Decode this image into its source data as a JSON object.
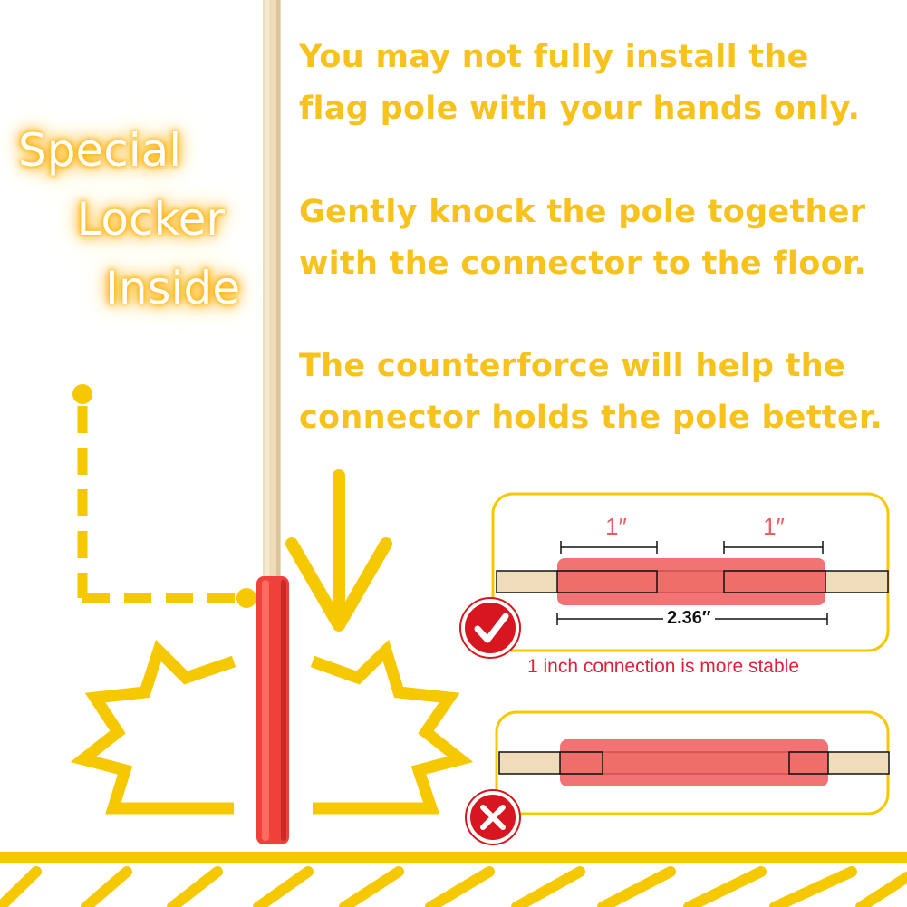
{
  "instructions": {
    "p1": "You may not fully install the\nflag pole with your hands only.",
    "p2": "Gently knock the pole together\nwith the connector to the floor.",
    "p3": "The counterforce will help the\nconnector holds the pole better."
  },
  "locker_label": [
    "Special",
    "Locker",
    "Inside"
  ],
  "correct_diagram": {
    "left_insert": "1″",
    "right_insert": "1″",
    "total_length": "2.36″",
    "caption": "1 inch connection is more stable"
  },
  "icons": {
    "check": "check-icon",
    "cross": "cross-icon"
  },
  "colors": {
    "text_yellow": "#f8c21c",
    "pole_wood": "#efdcba",
    "connector_red": "#f0403a",
    "badge_red": "#d8161f",
    "dimension_pink": "#ef5a63"
  }
}
